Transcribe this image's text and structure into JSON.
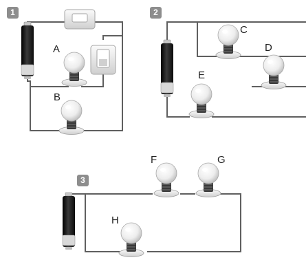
{
  "panels": [
    {
      "badge": "1",
      "components": {
        "battery": "battery",
        "switches": [
          "switch",
          "switch"
        ],
        "bulbs": [
          {
            "label": "A",
            "icon": "lightbulb-icon"
          },
          {
            "label": "B",
            "icon": "lightbulb-icon"
          }
        ]
      }
    },
    {
      "badge": "2",
      "components": {
        "battery": "battery",
        "bulbs": [
          {
            "label": "C",
            "icon": "lightbulb-icon"
          },
          {
            "label": "D",
            "icon": "lightbulb-icon"
          },
          {
            "label": "E",
            "icon": "lightbulb-icon"
          }
        ]
      }
    },
    {
      "badge": "3",
      "components": {
        "battery": "battery",
        "bulbs": [
          {
            "label": "F",
            "icon": "lightbulb-icon"
          },
          {
            "label": "G",
            "icon": "lightbulb-icon"
          },
          {
            "label": "H",
            "icon": "lightbulb-icon"
          }
        ]
      }
    }
  ],
  "colors": {
    "wire": "#5f5f5f",
    "badge": "#8d8d8d",
    "battery": "#1b1b1b",
    "bulb_glass": "#f2f2f2",
    "bulb_base": "#3a3a3a"
  }
}
